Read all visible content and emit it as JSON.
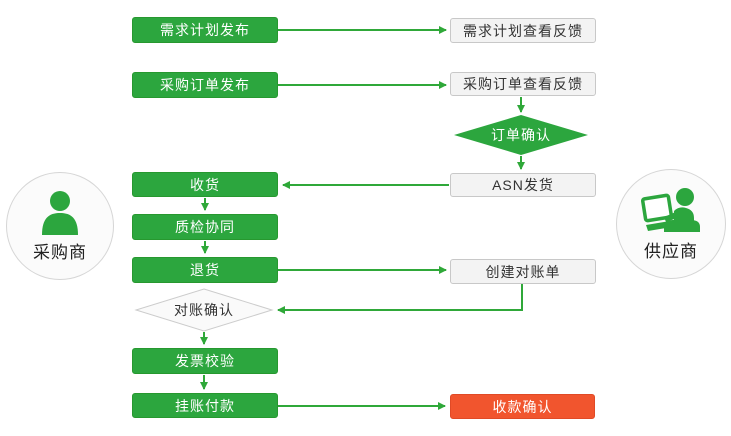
{
  "colors": {
    "green": "#2ca63e",
    "line_green": "#2fa839",
    "red": "#f1552e",
    "gray_fill": "#f3f3f3",
    "gray_border": "#c8c8c8",
    "diamond_gray_fill": "#fafafa",
    "text_dark": "#333333",
    "text_light": "#ffffff"
  },
  "actors": {
    "buyer": {
      "label": "采购商",
      "icon": "person-icon"
    },
    "supplier": {
      "label": "供应商",
      "icon": "person-laptop-icon"
    }
  },
  "nodes": {
    "demand_plan_publish": {
      "label": "需求计划发布",
      "type": "green"
    },
    "demand_plan_feedback": {
      "label": "需求计划查看反馈",
      "type": "gray"
    },
    "purchase_order_publish": {
      "label": "采购订单发布",
      "type": "green"
    },
    "purchase_order_feedback": {
      "label": "采购订单查看反馈",
      "type": "gray"
    },
    "order_confirm": {
      "label": "订单确认",
      "type": "green-diamond"
    },
    "asn_ship": {
      "label": "ASN发货",
      "type": "gray"
    },
    "receive_goods": {
      "label": "收货",
      "type": "green"
    },
    "quality_coordination": {
      "label": "质检协同",
      "type": "green"
    },
    "return_goods": {
      "label": "退货",
      "type": "green"
    },
    "create_statement": {
      "label": "创建对账单",
      "type": "gray"
    },
    "statement_confirm": {
      "label": "对账确认",
      "type": "gray-diamond"
    },
    "invoice_verify": {
      "label": "发票校验",
      "type": "green"
    },
    "book_payment": {
      "label": "挂账付款",
      "type": "green"
    },
    "receipt_confirm": {
      "label": "收款确认",
      "type": "red"
    }
  }
}
